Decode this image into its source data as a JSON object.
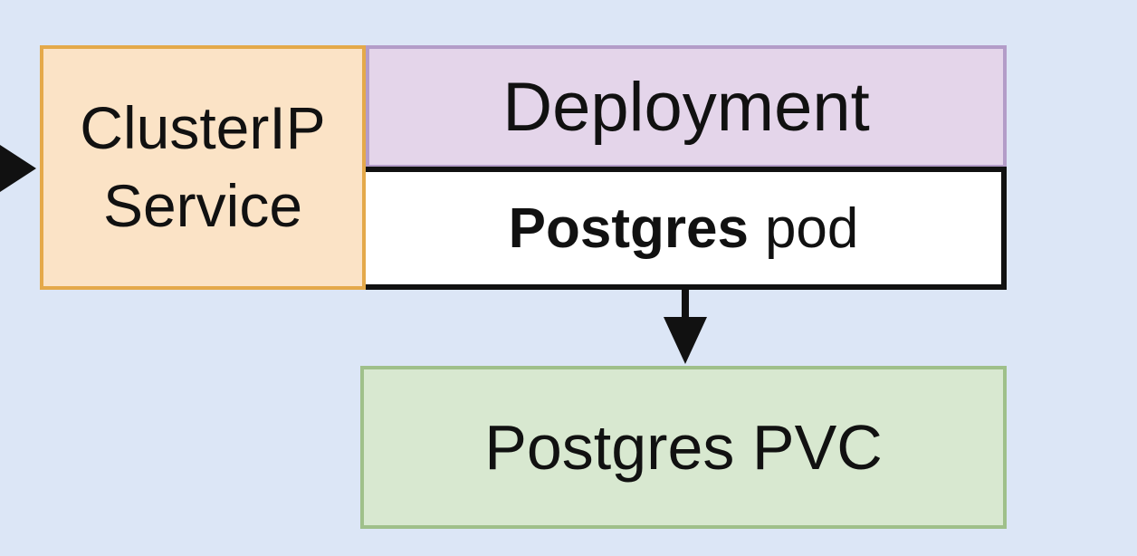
{
  "service": {
    "line1": "ClusterIP",
    "line2": "Service",
    "fill_color": "#fbe3c6",
    "border_color": "#e4a94a"
  },
  "deployment": {
    "label": "Deployment",
    "fill_color": "#e4d5ea",
    "border_color": "#b39cc8"
  },
  "pod": {
    "name_bold": "Postgres",
    "suffix": "pod",
    "fill_color": "#ffffff",
    "border_color": "#111111"
  },
  "pvc": {
    "label": "Postgres PVC",
    "fill_color": "#d8e8d0",
    "border_color": "#9fc08a"
  },
  "background_color": "#dce6f6",
  "arrow_color": "#111111"
}
